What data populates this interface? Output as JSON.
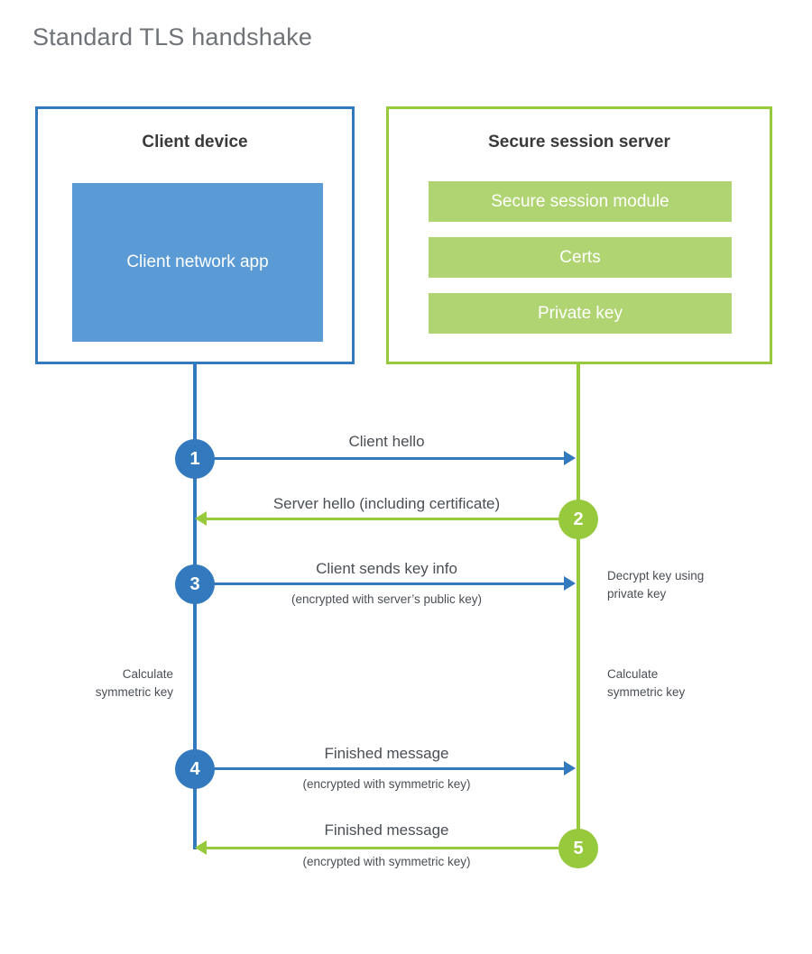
{
  "diagram": {
    "title": "Standard TLS handshake",
    "type": "sequence",
    "accent_colors": {
      "client_blue": "#3279bd",
      "client_app_fill": "#5b9bd5",
      "server_green": "#97c93d",
      "server_bar_fill": "#b0d472",
      "text_gray": "#4a4f55",
      "title_gray": "#6f7377"
    }
  },
  "client": {
    "title": "Client device",
    "app_label": "Client network\napp"
  },
  "server": {
    "title": "Secure session server",
    "components": [
      "Secure session module",
      "Certs",
      "Private key"
    ]
  },
  "steps": [
    {
      "number": "1",
      "label": "Client hello",
      "sub": "",
      "direction": "client-to-server",
      "color": "blue"
    },
    {
      "number": "2",
      "label": "Server hello (including certificate)",
      "sub": "",
      "direction": "server-to-client",
      "color": "green"
    },
    {
      "number": "3",
      "label": "Client sends key info",
      "sub": "(encrypted with server’s public key)",
      "direction": "client-to-server",
      "color": "blue"
    },
    {
      "number": "4",
      "label": "Finished message",
      "sub": "(encrypted with symmetric key)",
      "direction": "client-to-server",
      "color": "blue"
    },
    {
      "number": "5",
      "label": "Finished message",
      "sub": "(encrypted with symmetric key)",
      "direction": "server-to-client",
      "color": "green"
    }
  ],
  "annotations": {
    "server_decrypt": "Decrypt key using\nprivate key",
    "client_calculate": "Calculate\nsymmetric key",
    "server_calculate": "Calculate\nsymmetric key"
  }
}
